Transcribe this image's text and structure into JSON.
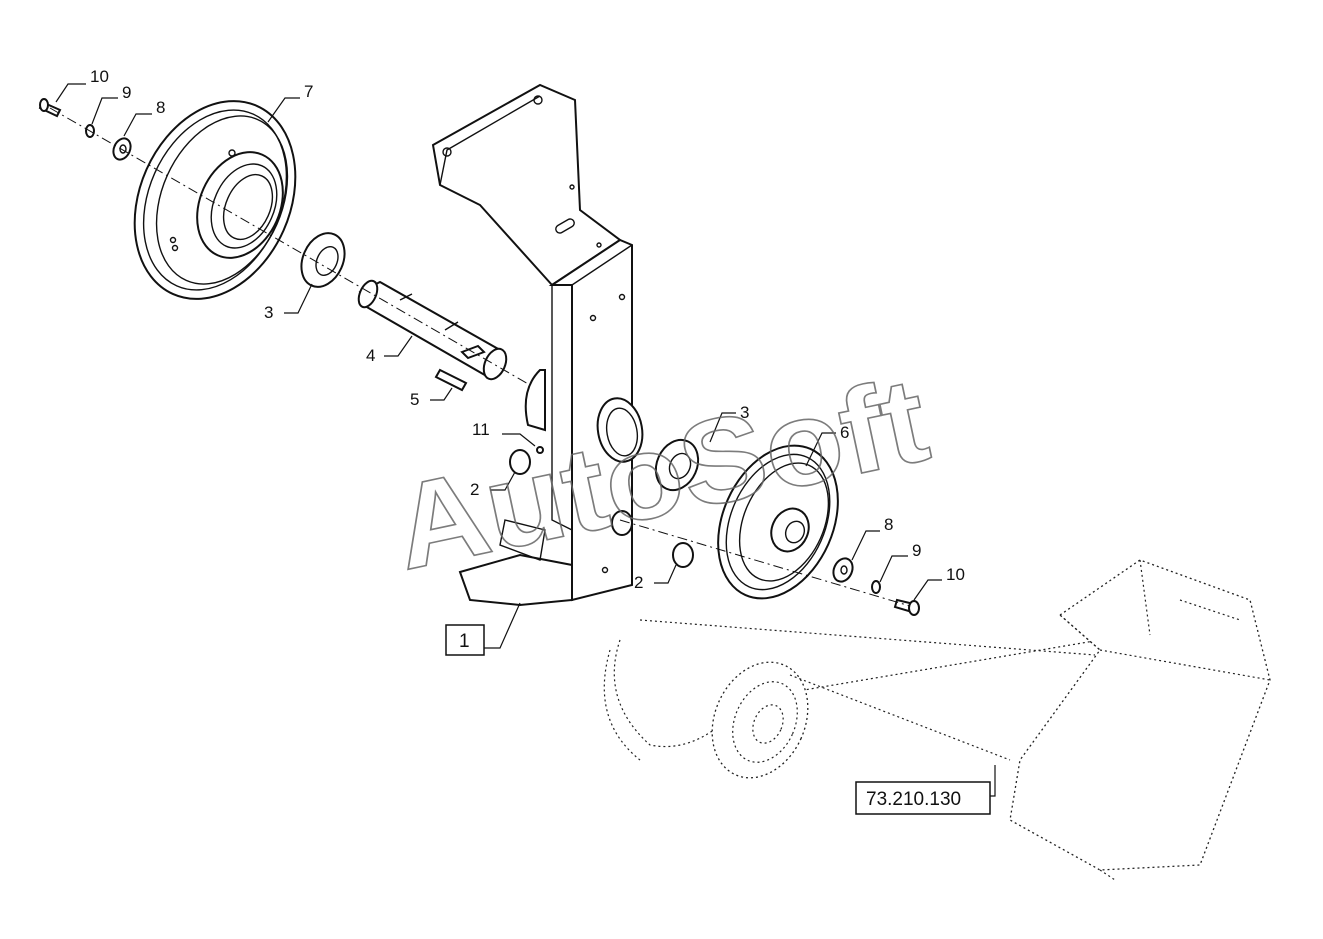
{
  "diagram": {
    "callouts": {
      "c10a": "10",
      "c9a": "9",
      "c8a": "8",
      "c7": "7",
      "c3a": "3",
      "c4": "4",
      "c5": "5",
      "c11": "11",
      "c2a": "2",
      "c3b": "3",
      "c6": "6",
      "c8b": "8",
      "c9b": "9",
      "c10b": "10",
      "c2b": "2"
    },
    "reference_boxes": {
      "part_box": "1",
      "section_ref": "73.210.130"
    }
  },
  "watermark": "AutoSoft"
}
